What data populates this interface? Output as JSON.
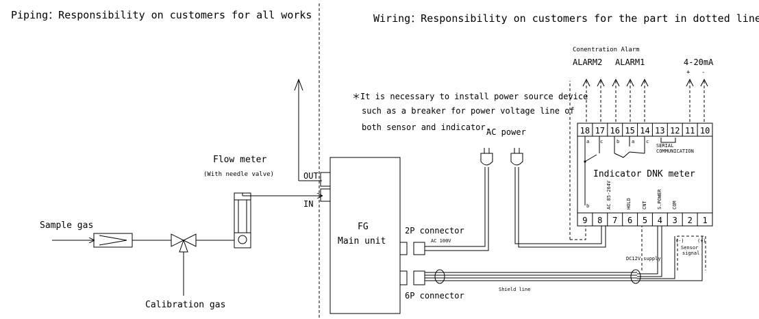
{
  "headings": {
    "piping": "Piping：Responsibility on customers for all works",
    "wiring": "Wiring：Responsibility on customers for the part in dotted line"
  },
  "note": {
    "line1": "＊It is necessary to install power source device",
    "line2": "such as a breaker for power voltage line of",
    "line3": "both sensor and indicator."
  },
  "labels": {
    "ac_power": "AC power",
    "flow_meter": "Flow meter",
    "needle_valve": "(With needle valve)",
    "out": "OUT",
    "in": "IN",
    "sample_gas": "Sample gas",
    "calibration_gas": "Calibration gas",
    "fg_line1": "FG",
    "fg_line2": "Main unit",
    "connector_2p": "2P connector",
    "ac_100v": "AC 100V",
    "connector_6p": "6P connector",
    "shield_line": "Shield line",
    "dc12v": "DC12V supply",
    "sensor_signal_1": "Sensor",
    "sensor_signal_2": "signal",
    "minus": "(-)",
    "plus": "(+)",
    "alarm_title": "Conentration Alarm",
    "alarm2": "ALARM2",
    "alarm1": "ALARM1",
    "ma": "4-20mA",
    "ma_plus": "+",
    "ma_minus": "-",
    "indicator": "Indicator DNK meter",
    "serial_1": "SERIAL",
    "serial_2": "COMMUNICATION",
    "ac_range": "AC 85-264V",
    "hold": "HOLD",
    "cnt": "CNT",
    "s_power": "S.POWER",
    "com": "COM",
    "sw_a1": "a",
    "sw_c1": "c",
    "sw_b1": "b",
    "sw_a2": "a",
    "sw_c2": "c",
    "sw_b2": "b"
  },
  "terminals_top": [
    "18",
    "17",
    "16",
    "15",
    "14",
    "13",
    "12",
    "11",
    "10"
  ],
  "terminals_bottom": [
    "9",
    "8",
    "7",
    "6",
    "5",
    "4",
    "3",
    "2",
    "1"
  ]
}
